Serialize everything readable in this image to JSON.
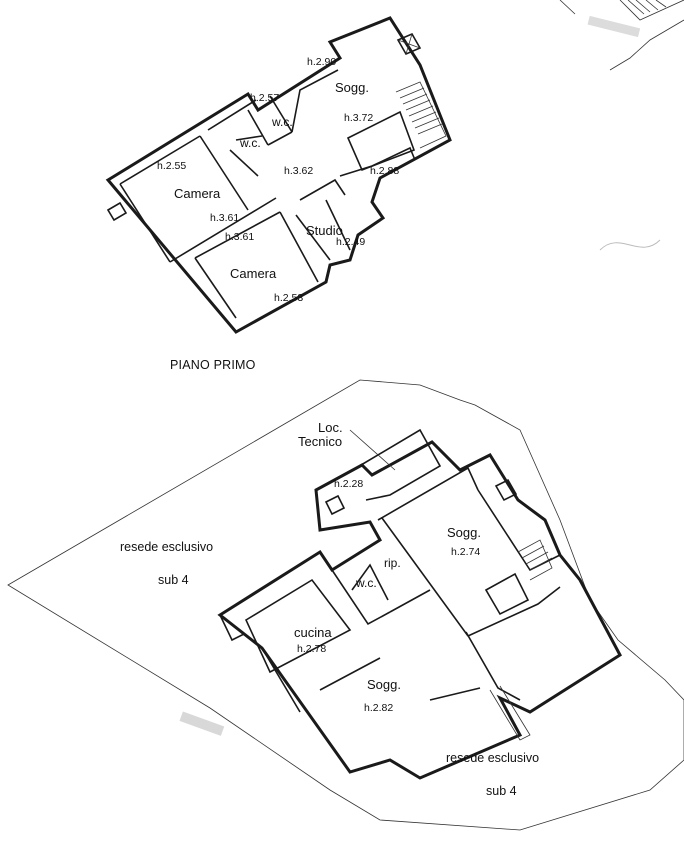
{
  "first_floor": {
    "title": "PIANO PRIMO",
    "rooms": {
      "soggiorno": "Sogg.",
      "wc_1": "w.c.",
      "wc_2": "w.c.",
      "camera_1": "Camera",
      "camera_2": "Camera",
      "studio": "Studio"
    },
    "heights": {
      "h290": "h.2.90",
      "h257": "h.2.57",
      "h372": "h.3.72",
      "h255": "h.2.55",
      "h362": "h.3.62",
      "h288": "h.2.88",
      "h361a": "h.3.61",
      "h361b": "h.3.61",
      "h249": "h.2.49",
      "h253": "h.2.53"
    }
  },
  "ground_floor": {
    "rooms": {
      "loc_tecnico_1": "Loc.",
      "loc_tecnico_2": "Tecnico",
      "soggiorno_1": "Sogg.",
      "rip": "rip.",
      "wc": "w.c.",
      "cucina": "cucina",
      "soggiorno_2": "Sogg."
    },
    "heights": {
      "h228": "h.2.28",
      "h274": "h.2.74",
      "h278": "h.2.78",
      "h282": "h.2.82"
    },
    "areas": {
      "left_1": "resede esclusivo",
      "left_2": "sub 4",
      "right_1": "resede esclusivo",
      "right_2": "sub 4"
    }
  }
}
